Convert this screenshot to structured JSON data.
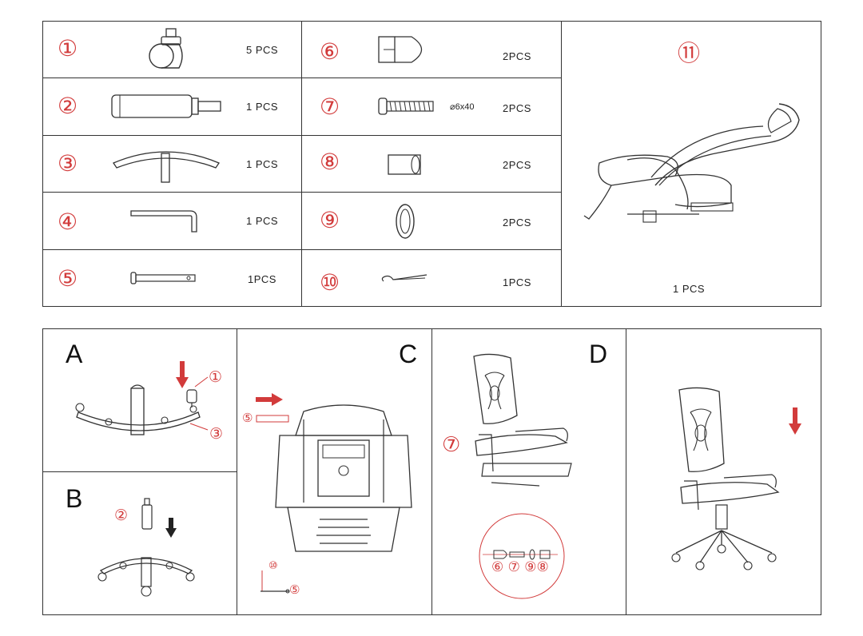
{
  "parts_table": {
    "rows": [
      {
        "left_num": "①",
        "left_qty": "5 PCS",
        "right_num": "⑥",
        "right_qty": "2PCS"
      },
      {
        "left_num": "②",
        "left_qty": "1 PCS",
        "right_num": "⑦",
        "right_qty": "2PCS",
        "right_spec": "⌀6x40"
      },
      {
        "left_num": "③",
        "left_qty": "1 PCS",
        "right_num": "⑧",
        "right_qty": "2PCS"
      },
      {
        "left_num": "④",
        "left_qty": "1 PCS",
        "right_num": "⑨",
        "right_qty": "2PCS"
      },
      {
        "left_num": "⑤",
        "left_qty": "1PCS",
        "right_num": "⑩",
        "right_qty": "1PCS"
      }
    ],
    "chair_part": {
      "num": "⑪",
      "qty": "1 PCS"
    }
  },
  "steps": {
    "A": {
      "label": "A",
      "callout_caster": "①",
      "callout_base": "③"
    },
    "B": {
      "label": "B",
      "callout_cylinder": "②"
    },
    "C": {
      "label": "C",
      "callout_pin": "⑤",
      "callout_clip": "⑩",
      "callout_pin_bottom": "⑤"
    },
    "D": {
      "label": "D",
      "callout_arm": "⑦",
      "detail_callouts": "⑥ ⑦ ⑨⑧"
    },
    "E": {}
  },
  "colors": {
    "accent_red": "#d23b3b",
    "line": "#333333"
  }
}
